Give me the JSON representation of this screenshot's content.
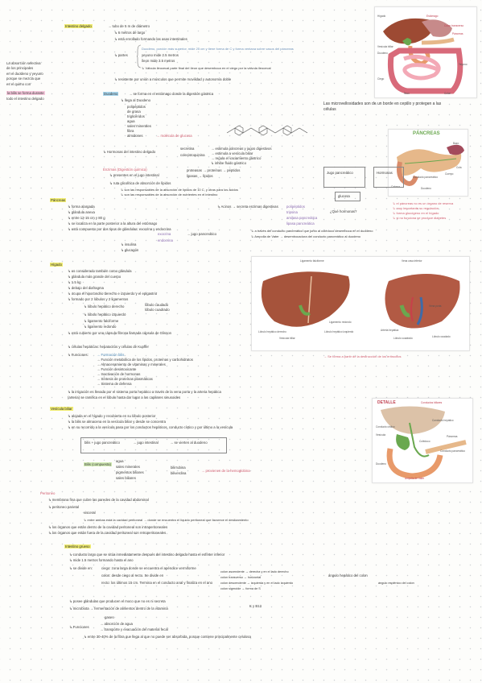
{
  "colors": {
    "highlight_yellow": "#f2ee74",
    "highlight_blue": "#a9d7ee",
    "highlight_pink": "#f6c9dd",
    "accent_red": "#d05b6e",
    "accent_purple": "#8a6ab0",
    "accent_green": "#4a9b5a",
    "liver": "#a6533b",
    "pancreas": "#e6b88a"
  },
  "intestino": {
    "title": "Intestino delgado",
    "l1": "→ tubo de 5 m de diámetro",
    "l2": "↳ 6 metros de largo",
    "l3": "↳ está enrollado formando las asas intestinales",
    "duodeno": "Duodeno, porción más superior, mide 25 cm y tiene forma de C y forma ventana sobre vasos del páncreas",
    "partes": "↳ partes",
    "yeyuno": "yeyuno mide 2.5 metros",
    "ileon": "íleon mide 3.5 metros",
    "valvula": "↳ Válvula ileocecal parte final del íleon que desemboca en el ciego por la válvula ileocecal",
    "resistente": "↳ resistente por unión a músculos que permite movilidad y autonomía doble",
    "side1": "La absorción selectiva",
    "side2": "de los principales",
    "side3": "en el duodeno y yeyuno",
    "side4": "porque se mezcla que",
    "side5": "es el quimo con",
    "side6": "la bilis se forma durante",
    "side7": "todo el intestino delgado"
  },
  "diagram_top_labels": [
    "Estómago",
    "Hígado",
    "Vesícula biliar",
    "Duodeno",
    "Colon transverso",
    "Páncreas",
    "Yeyuno",
    "Íleon",
    "Ciego",
    "Colon"
  ],
  "duodeno_block": {
    "head": "Duodeno",
    "l1": "→ se forma en el estómago donde la digestión gástrica",
    "l2": "↳ llega al Duodeno",
    "items": [
      "polipéptidos",
      "de grasa",
      "triglicéridos",
      "agua",
      "sales minerales",
      "fibra",
      "almidones"
    ],
    "almidon_note": "→ molécula de glucosa",
    "side_note": "Las microvellosidades son de un borde en cepillo y protegen a las células",
    "hormonas": "↳ Hormonas del intestino delgado",
    "secretina": "secretina",
    "cck": "colecistoquinina",
    "h1": "→ estimula páncreas y jugos digestivos",
    "h2": "→ estimula a vesícula biliar",
    "h3": "→ regula el vaciamiento gástrico",
    "h4": "↳ inhibe fluido gástrico",
    "enzimas": "Enzimas (Digestión química)",
    "e1": "↳ presentes en el jugo intestinal",
    "proteasas": "proteasas → proteínas → péptidos",
    "amilasas": "lipasas → lípidos",
    "ruta": "↳ ruta glicolítica de absorción de lípidos",
    "r1": "↳ son las responsables de la absorción de lípidos de 10 C, y otras para los ácidos",
    "r2": "↳ son las responsables de la absorción de nutrientes en el intestino"
  },
  "pancreas_head": {
    "title": "Páncreas",
    "l1": "↳ forma alargada",
    "l2": "↳ glándula anexa",
    "l3": "↳ entre 12-15 cm y 80 g",
    "l4": "↳ se localiza en la parte posterior a la altura del estómago",
    "l5": "↳ está compuesto por dos tipos de glándulas: exocrina y endocrina",
    "exocrina": "exocrina",
    "endocrina": "endocrina",
    "jugo": "→ jugo pancreático",
    "insulina": "↳ insulina",
    "glucagon": "↳ glucagón",
    "acinos": "↳ Acinos → secreta enzimas digestivas",
    "polipeptidos": "polipéptidos",
    "tripsina": "tripsina",
    "amilasa": "amilasa pancreática",
    "lipasa": "lipasa pancreática",
    "hormonas_q": "¿Qué hormonas?",
    "conducto": "↳ a través del conducto pancreático que junto al colédoco desemboca en el duodeno",
    "ampolla": "↳ Ampolla de Vater → desembocadura del conducto pancreático al duodeno",
    "jugo_pancreatico": "Jugo pancreático",
    "hormonas_box": "Hormonas",
    "glucosa_box": "glucosa",
    "notes": [
      "↳ el páncreas no es un órgano de reserva",
      "↳ muy importante su regulación",
      "↳ forma glucógeno en el hígado",
      "↳ si no funciona se produce diabetes"
    ]
  },
  "pancreas_diagram": {
    "title": "PÁNCREAS",
    "labels": [
      "Conducto pancreático",
      "Cuerpo",
      "Cola",
      "Cabeza",
      "Duodeno",
      "Bazo"
    ]
  },
  "higado": {
    "title": "Hígado",
    "l1": "↳ es considerado también como glándula",
    "l2": "↳ glándula más grande del cuerpo",
    "l3": "↳ 1.5 kg",
    "l4": "↳ debajo del diafragma",
    "l5": "↳ ocupa el hipocondrio derecho e izquierdo y el epigastrio",
    "l6": "↳ formado por 2 lóbulos y 2 ligamentos",
    "lob1": "↳ lóbulo hepático derecho",
    "lob1b": "lóbulo caudado",
    "lob1c": "lóbulo cuadrado",
    "lob2": "↳ lóbulo hepático izquierdo",
    "lig1": "↳ ligamento falciforme",
    "lig2": "↳ ligamento redondo",
    "l7": "↳ está cubierto por una cápsula fibrosa llamada cápsula de Glisson",
    "l8": "↳ células hepáticas: hepatocitos y células de Kupffer",
    "funciones": "↳ Funciones:",
    "f1": "→ Formación bilis",
    "f2": "→ Función metabólica de los lípidos, proteínas y carbohidratos",
    "f3": "→ Almacenamiento de vitaminas y minerales",
    "f4": "→ Función desintoxicante",
    "f5": "→ Inactivación de hormonas",
    "f6": "→ Síntesis de proteínas plasmáticas",
    "f7": "→ Sistema de defensa",
    "f_side": "→ Se forma a partir de la destrucción de los eritrocitos",
    "irrigacion": "↳ la irrigación es llevada por el sistema porta hepático a través de la vena porta y la arteria hepática",
    "irrigacion2": "(arteria) se ramifica en el lóbulo hasta dar lugar a los capilares sinusoides",
    "diagram_labels": [
      "Lóbulo hepático derecho",
      "Lóbulo hepático izquierdo",
      "Ligamento falciforme",
      "Vesícula biliar",
      "Vena cava inferior",
      "Vena porta",
      "Arteria hepática",
      "Ligamento redondo",
      "Lóbulo caudado",
      "Lóbulo cuadrado"
    ]
  },
  "vesicula": {
    "title": "Vesícula biliar",
    "l1": "↳ alojada en el hígado y recubierta en su lóbulo posterior",
    "l2": "↳ la bilis se almacena en la vesícula biliar y desde se concentra",
    "l3": "↳ en su recorrido a la vesícula pasa por los conductos hepáticos, conducto cístico y por último a la vesícula",
    "bilis_eq1": "bilis + jugo pancreático",
    "bilis_eq2": "→ jugo intestinal",
    "bilis_eq3": "→ se vierten al duodeno",
    "compuesta": "Bilis (compuesta)",
    "comp": [
      "agua",
      "sales minerales",
      "pigmentos biliares",
      "sales biliares"
    ],
    "comp2": [
      "bilirrubina",
      "biliverdina"
    ],
    "comp_note": "→ provienen de la hemoglobina",
    "diagram_title": "DETALLE",
    "diagram_labels": [
      "Conductos biliares",
      "Conducto hepático",
      "Vesícula",
      "Colédoco",
      "Conducto cístico",
      "Páncreas",
      "Conducto pancreático",
      "Duodeno",
      "Ampolla de Vater"
    ]
  },
  "peritoneo": {
    "title": "Peritoneo",
    "l1": "↳ membrana fina que cubre las paredes de la cavidad abdominal",
    "l2": "↳ peritoneo parietal",
    "l2b": "visceral",
    "l3": "↳ entre ambas está la cavidad peritoneal → donde se encuentra el líquido peritoneal que favorece el deslizamiento",
    "l4": "↳ los órganos que están dentro de la cavidad peritoneal son intraperitoneales",
    "l5": "↳ los órganos que están fuera de la cavidad peritoneal son retroperitoneales",
    "intestino_grueso": "Intestino grueso",
    "ig1": "↳ conducto largo que se sitúa inmediatamente después del intestino delgado hasta el esfínter inferior",
    "ig2": "↳ mide 1.5 metros formando hasta el ano",
    "ig3": "↳ se divide en:",
    "ciego": "ciego: zona larga donde se encuentra el apéndice vermiforme",
    "colon": "colon: desde ciego al recto. Se divide en",
    "recto": "recto: los últimos 15 cm. Termina en el conducto anal y finaliza en el ano",
    "colon_parts": [
      "colon ascendente → derecha y en el lado derecho",
      "colon transverso → horizontal",
      "colon descendente → izquierda y en el lado izquierdo",
      "colon sigmoide → forma de S"
    ],
    "flexion1": "ángulo hepático del colon",
    "flexion2": "ángulo esplénico del colon",
    "ig4": "↳ posee glándulas que producen el moco que no es ni secreta",
    "ig5": "↳ microbiota → fermentación de alimentos dentro de la vitamina",
    "k": "K y B12",
    "gases": "gases",
    "funciones": "↳ Funciones",
    "fu1": "→ absorción de agua",
    "fu2": "→ transporte y evacuación del material fecal",
    "fu3": "↳ entre 30-40% de la fibra que llega al que no puede ser absorbida, porque contiene principalmente celulosa"
  }
}
